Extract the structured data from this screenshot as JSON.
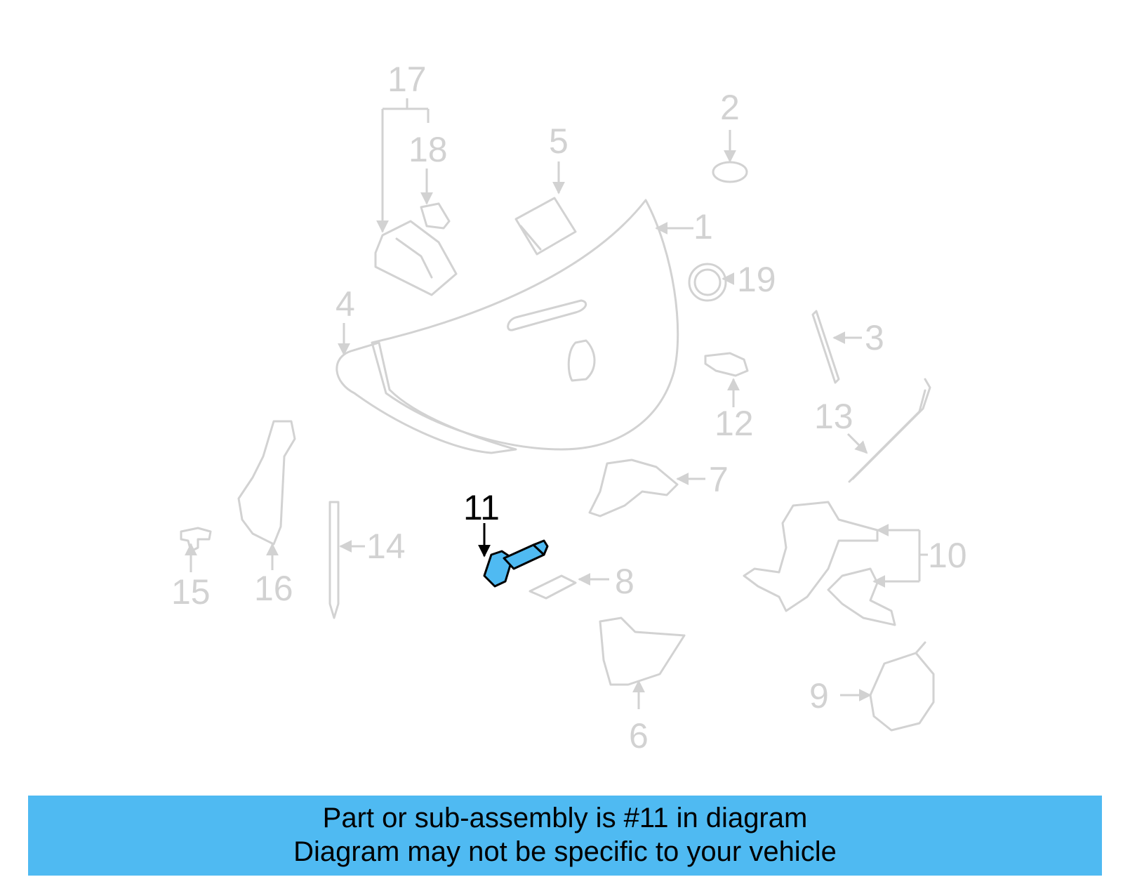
{
  "diagram": {
    "callouts": [
      "1",
      "2",
      "3",
      "4",
      "5",
      "6",
      "7",
      "8",
      "9",
      "10",
      "11",
      "12",
      "13",
      "14",
      "15",
      "16",
      "17",
      "18",
      "19"
    ],
    "highlighted_callout": "11",
    "highlight_color": "#4fbaf2",
    "part_color": "#d2d2d2"
  },
  "caption": {
    "line1": "Part or sub-assembly is #11 in diagram",
    "line2": "Diagram may not be specific to your vehicle",
    "background": "#4fbaf2"
  }
}
